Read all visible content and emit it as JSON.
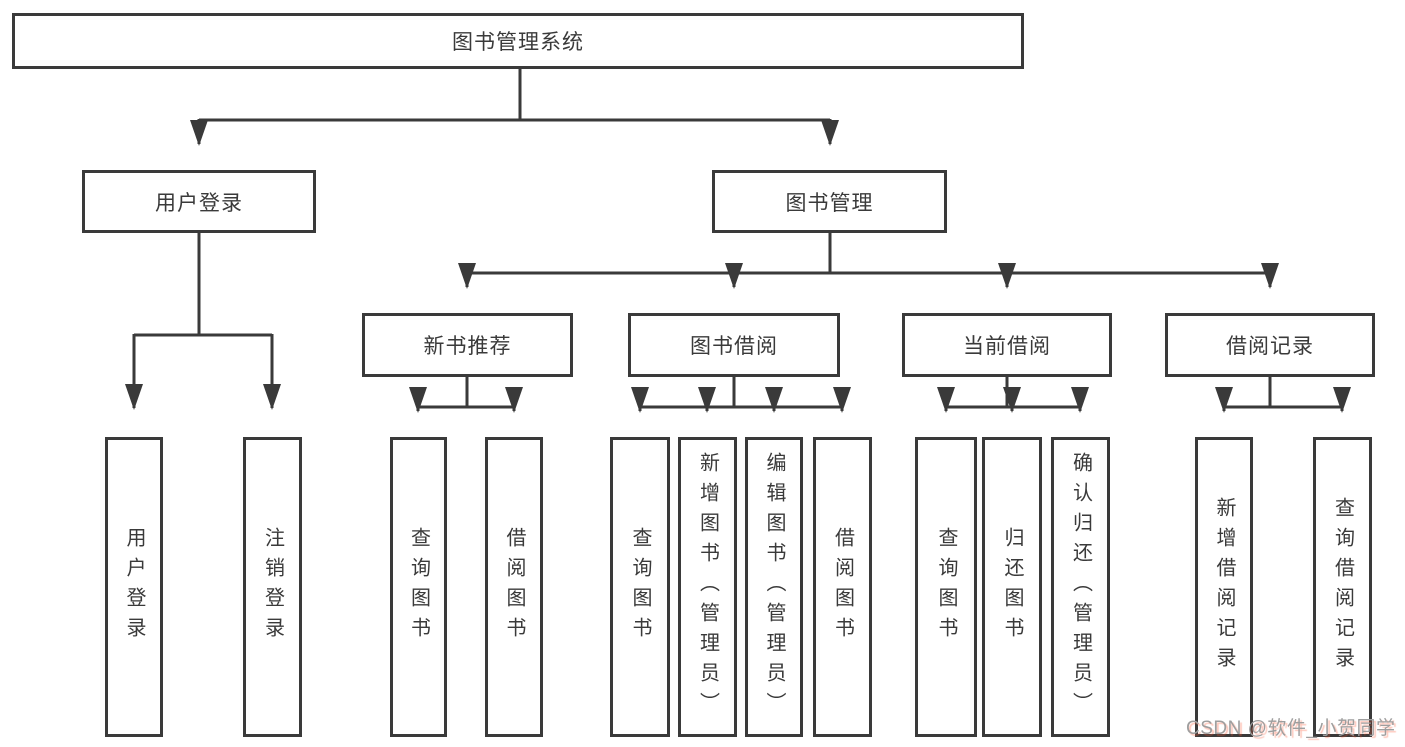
{
  "tree": {
    "root": {
      "label": "图书管理系统"
    },
    "user_login": {
      "label": "用户登录",
      "children": [
        {
          "label": "用户登录"
        },
        {
          "label": "注销登录"
        }
      ]
    },
    "book_mgmt": {
      "label": "图书管理",
      "sections": {
        "new_book": {
          "label": "新书推荐",
          "children": [
            {
              "label": "查询图书"
            },
            {
              "label": "借阅图书"
            }
          ]
        },
        "borrow": {
          "label": "图书借阅",
          "children": [
            {
              "label": "查询图书"
            },
            {
              "label": "新增图书（管理员）"
            },
            {
              "label": "编辑图书（管理员）"
            },
            {
              "label": "借阅图书"
            }
          ]
        },
        "current": {
          "label": "当前借阅",
          "children": [
            {
              "label": "查询图书"
            },
            {
              "label": "归还图书"
            },
            {
              "label": "确认归还（管理员）"
            }
          ]
        },
        "record": {
          "label": "借阅记录",
          "children": [
            {
              "label": "新增借阅记录"
            },
            {
              "label": "查询借阅记录"
            }
          ]
        }
      }
    }
  },
  "watermark": {
    "text": "CSDN @软件_小贺同学"
  },
  "colors": {
    "line": "#3a3a3a",
    "text": "#3a3a3a",
    "watermark_gray": "#9e9e9e",
    "watermark_red": "#fc5531"
  }
}
